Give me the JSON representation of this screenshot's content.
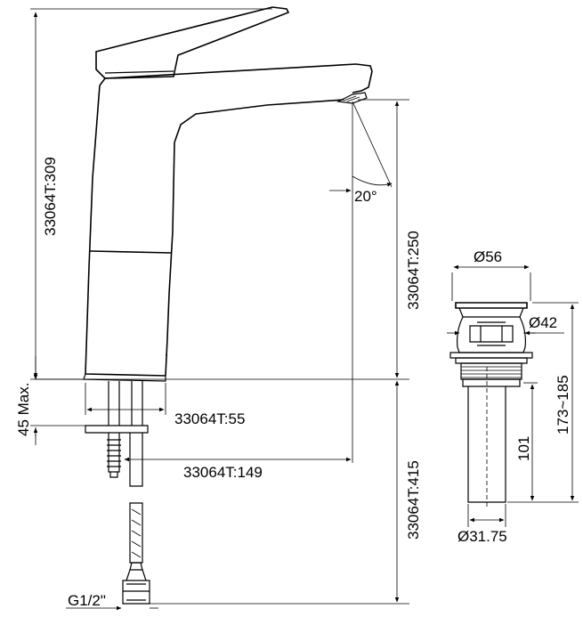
{
  "dimensions": {
    "height_total": "33064T:309",
    "spout_height": "33064T:250",
    "spout_angle": "20°",
    "max_thickness": "45 Max.",
    "body_width": "33064T:55",
    "spout_reach": "33064T:149",
    "hose_length": "33064T:415",
    "thread": "G1/2\""
  },
  "drain_dimensions": {
    "cap_diameter": "Ø56",
    "flange_diameter": "Ø42",
    "pipe_diameter": "Ø31.75",
    "length_101": "101",
    "length_range": "173~185"
  }
}
